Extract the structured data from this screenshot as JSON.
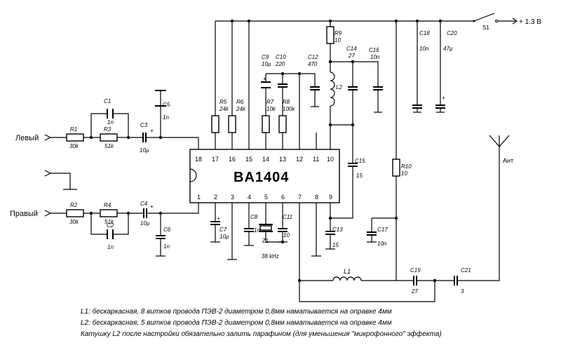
{
  "chip": {
    "name": "BA1404",
    "top_pins": [
      "18",
      "17",
      "16",
      "15",
      "14",
      "13",
      "12",
      "11",
      "10"
    ],
    "bottom_pins": [
      "1",
      "2",
      "3",
      "4",
      "5",
      "6",
      "7",
      "8",
      "9"
    ]
  },
  "inputs": {
    "left": "Левый",
    "right": "Правый"
  },
  "components": {
    "R1": {
      "ref": "R1",
      "value": "30k"
    },
    "R2": {
      "ref": "R2",
      "value": "30k"
    },
    "R3": {
      "ref": "R3",
      "value": "51k"
    },
    "R4": {
      "ref": "R4",
      "value": "51k"
    },
    "R5": {
      "ref": "R5",
      "value": "24k"
    },
    "R6": {
      "ref": "R6",
      "value": "24k"
    },
    "R7": {
      "ref": "R7",
      "value": "10k"
    },
    "R8": {
      "ref": "R8",
      "value": "100k"
    },
    "R9": {
      "ref": "R9",
      "value": "10"
    },
    "R10": {
      "ref": "R10",
      "value": "10"
    },
    "C1": {
      "ref": "C1",
      "value": "1n"
    },
    "C2": {
      "ref": "C2",
      "value": "1n"
    },
    "C3": {
      "ref": "C3",
      "value": "10µ"
    },
    "C4": {
      "ref": "C4",
      "value": "10µ"
    },
    "C5": {
      "ref": "C5",
      "value": "1n"
    },
    "C6": {
      "ref": "C6",
      "value": "1n"
    },
    "C7": {
      "ref": "C7",
      "value": "10µ"
    },
    "C8": {
      "ref": "C8",
      "value": "1n"
    },
    "C9": {
      "ref": "C9",
      "value": "10µ"
    },
    "C10": {
      "ref": "C10",
      "value": "220"
    },
    "C11": {
      "ref": "C11",
      "value": "10"
    },
    "C12": {
      "ref": "C12",
      "value": "470"
    },
    "C13": {
      "ref": "C13",
      "value": "15"
    },
    "C14": {
      "ref": "C14",
      "value": "27"
    },
    "C15": {
      "ref": "C15",
      "value": "15"
    },
    "C16": {
      "ref": "C16",
      "value": "10n"
    },
    "C17": {
      "ref": "C17",
      "value": "10n"
    },
    "C18": {
      "ref": "C18",
      "value": "10n"
    },
    "C19": {
      "ref": "C19",
      "value": "27"
    },
    "C20": {
      "ref": "C20",
      "value": "47µ"
    },
    "C21": {
      "ref": "C21",
      "value": "3"
    },
    "L1": {
      "ref": "L1"
    },
    "L2": {
      "ref": "L2"
    },
    "Z1": {
      "ref": "Z1",
      "value": "38 kHz"
    },
    "S1": {
      "ref": "S1"
    }
  },
  "power": "+ 1.3 В",
  "antenna": "Ант",
  "plus": "+",
  "notes": [
    "L1: бескаркасная, 8 витков провода ПЭВ-2 диаметром 0,8мм наматывается на оправке 4мм",
    "L2: бескаркасная, 5 витков провода ПЭВ-2 диаметром 0,8мм наматывается на оправке 4мм",
    "Катушку L2 после настройки обязательно залить парафином (для уменьшения \"микрофонного\" эффекта)"
  ]
}
